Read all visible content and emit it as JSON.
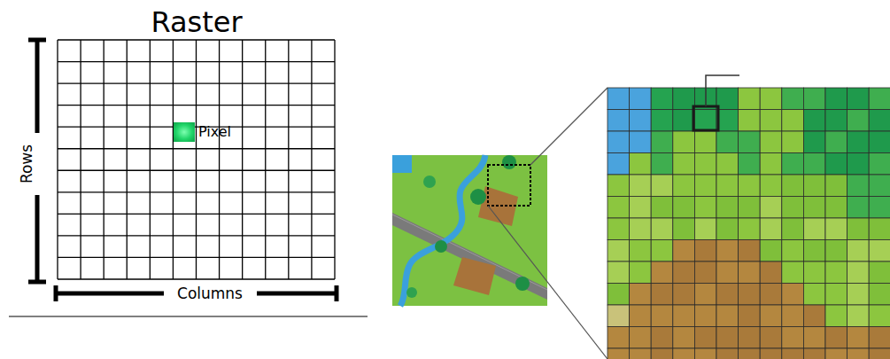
{
  "diagram": {
    "title": "Raster",
    "labels": [
      "Pixel",
      "Rows",
      "Columns"
    ]
  }
}
